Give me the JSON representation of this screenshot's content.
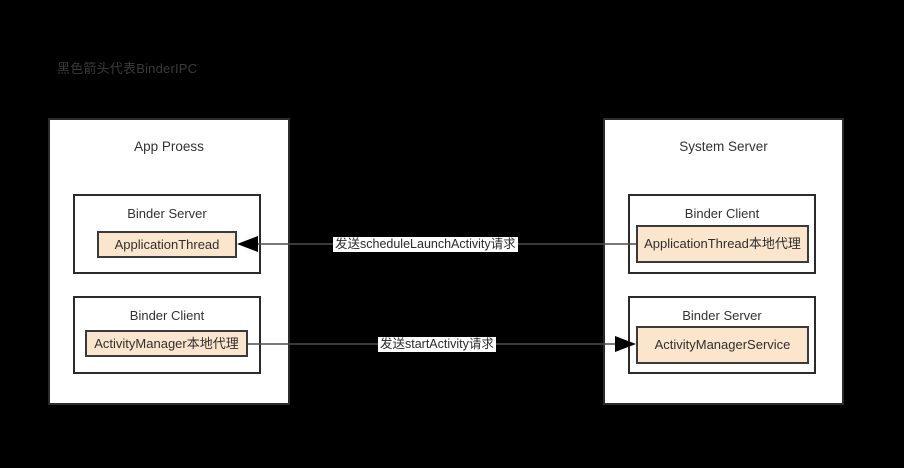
{
  "diagram": {
    "legend_note": "黑色箭头代表BinderIPC",
    "processes": [
      {
        "id": "app-process",
        "title": "App Proess",
        "roles": [
          {
            "id": "binder-server-app",
            "title": "Binder Server",
            "component": "ApplicationThread"
          },
          {
            "id": "binder-client-app",
            "title": "Binder Client",
            "component": "ActivityManager本地代理"
          }
        ]
      },
      {
        "id": "system-server",
        "title": "System Server",
        "roles": [
          {
            "id": "binder-client-system",
            "title": "Binder Client",
            "component": "ApplicationThread本地代理"
          },
          {
            "id": "binder-server-system",
            "title": "Binder Server",
            "component": "ActivityManagerService"
          }
        ]
      }
    ],
    "arrows": [
      {
        "id": "arrow-schedule-launch-activity",
        "label": "发送scheduleLaunchActivity请求",
        "direction": "right-to-left"
      },
      {
        "id": "arrow-start-activity",
        "label": "发送startActivity请求",
        "direction": "left-to-right"
      }
    ],
    "colors": {
      "background": "#000000",
      "container_fill": "#ffffff",
      "container_stroke": "#2b2b2b",
      "component_fill": "#fce5cd",
      "component_stroke": "#3a3a3a",
      "arrow_stroke": "#4d4d4d",
      "arrowhead_fill": "#000000",
      "text": "#333333",
      "legend_text": "#3a3a3a"
    }
  }
}
